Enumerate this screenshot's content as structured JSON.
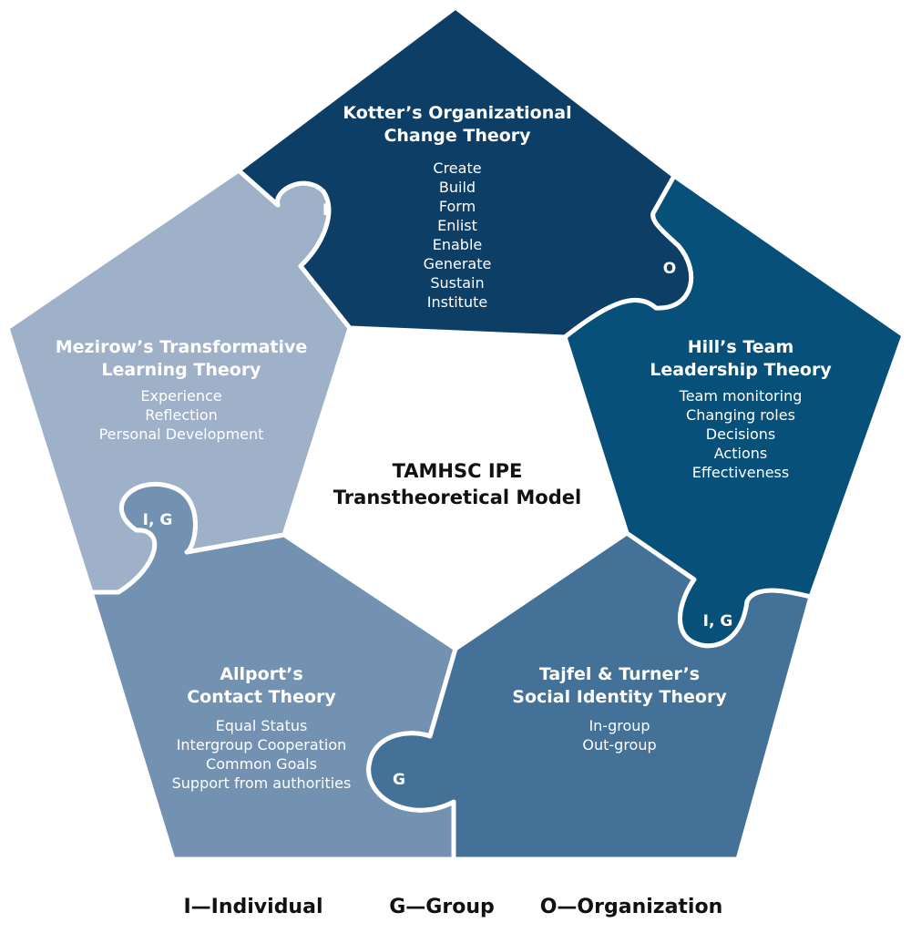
{
  "colors": {
    "kotter": "#0d3e66",
    "hill": "#06507a",
    "tajfel": "#437197",
    "allport": "#7392b2",
    "mezirow": "#9fb1c9",
    "text_dark": "#111111"
  },
  "center": {
    "line1": "TAMHSC IPE",
    "line2": "Transtheoretical Model"
  },
  "pieces": {
    "kotter": {
      "title": [
        "Kotter’s Organizational",
        "Change Theory"
      ],
      "items": [
        "Create",
        "Build",
        "Form",
        "Enlist",
        "Enable",
        "Generate",
        "Sustain",
        "Institute"
      ]
    },
    "hill": {
      "title": [
        "Hill’s Team",
        "Leadership Theory"
      ],
      "items": [
        "Team monitoring",
        "Changing roles",
        "Decisions",
        "Actions",
        "Effectiveness"
      ]
    },
    "tajfel": {
      "title": [
        "Tajfel & Turner’s",
        "Social Identity Theory"
      ],
      "items": [
        "In-group",
        "Out-group"
      ]
    },
    "allport": {
      "title": [
        "Allport’s",
        "Contact Theory"
      ],
      "items": [
        "Equal Status",
        "Intergroup Cooperation",
        "Common Goals",
        "Support from authorities"
      ]
    },
    "mezirow": {
      "title": [
        "Mezirow’s Transformative",
        "Learning Theory"
      ],
      "items": [
        "Experience",
        "Reflection",
        "Personal Development"
      ]
    }
  },
  "tabs": {
    "kotter_mezirow": "I",
    "kotter_hill": "O",
    "mezirow_allport": "I, G",
    "hill_tajfel": "I, G",
    "allport_tajfel": "G"
  },
  "legend": {
    "individual": "I—Individual",
    "group": "G—Group",
    "organization": "O—Organization"
  }
}
